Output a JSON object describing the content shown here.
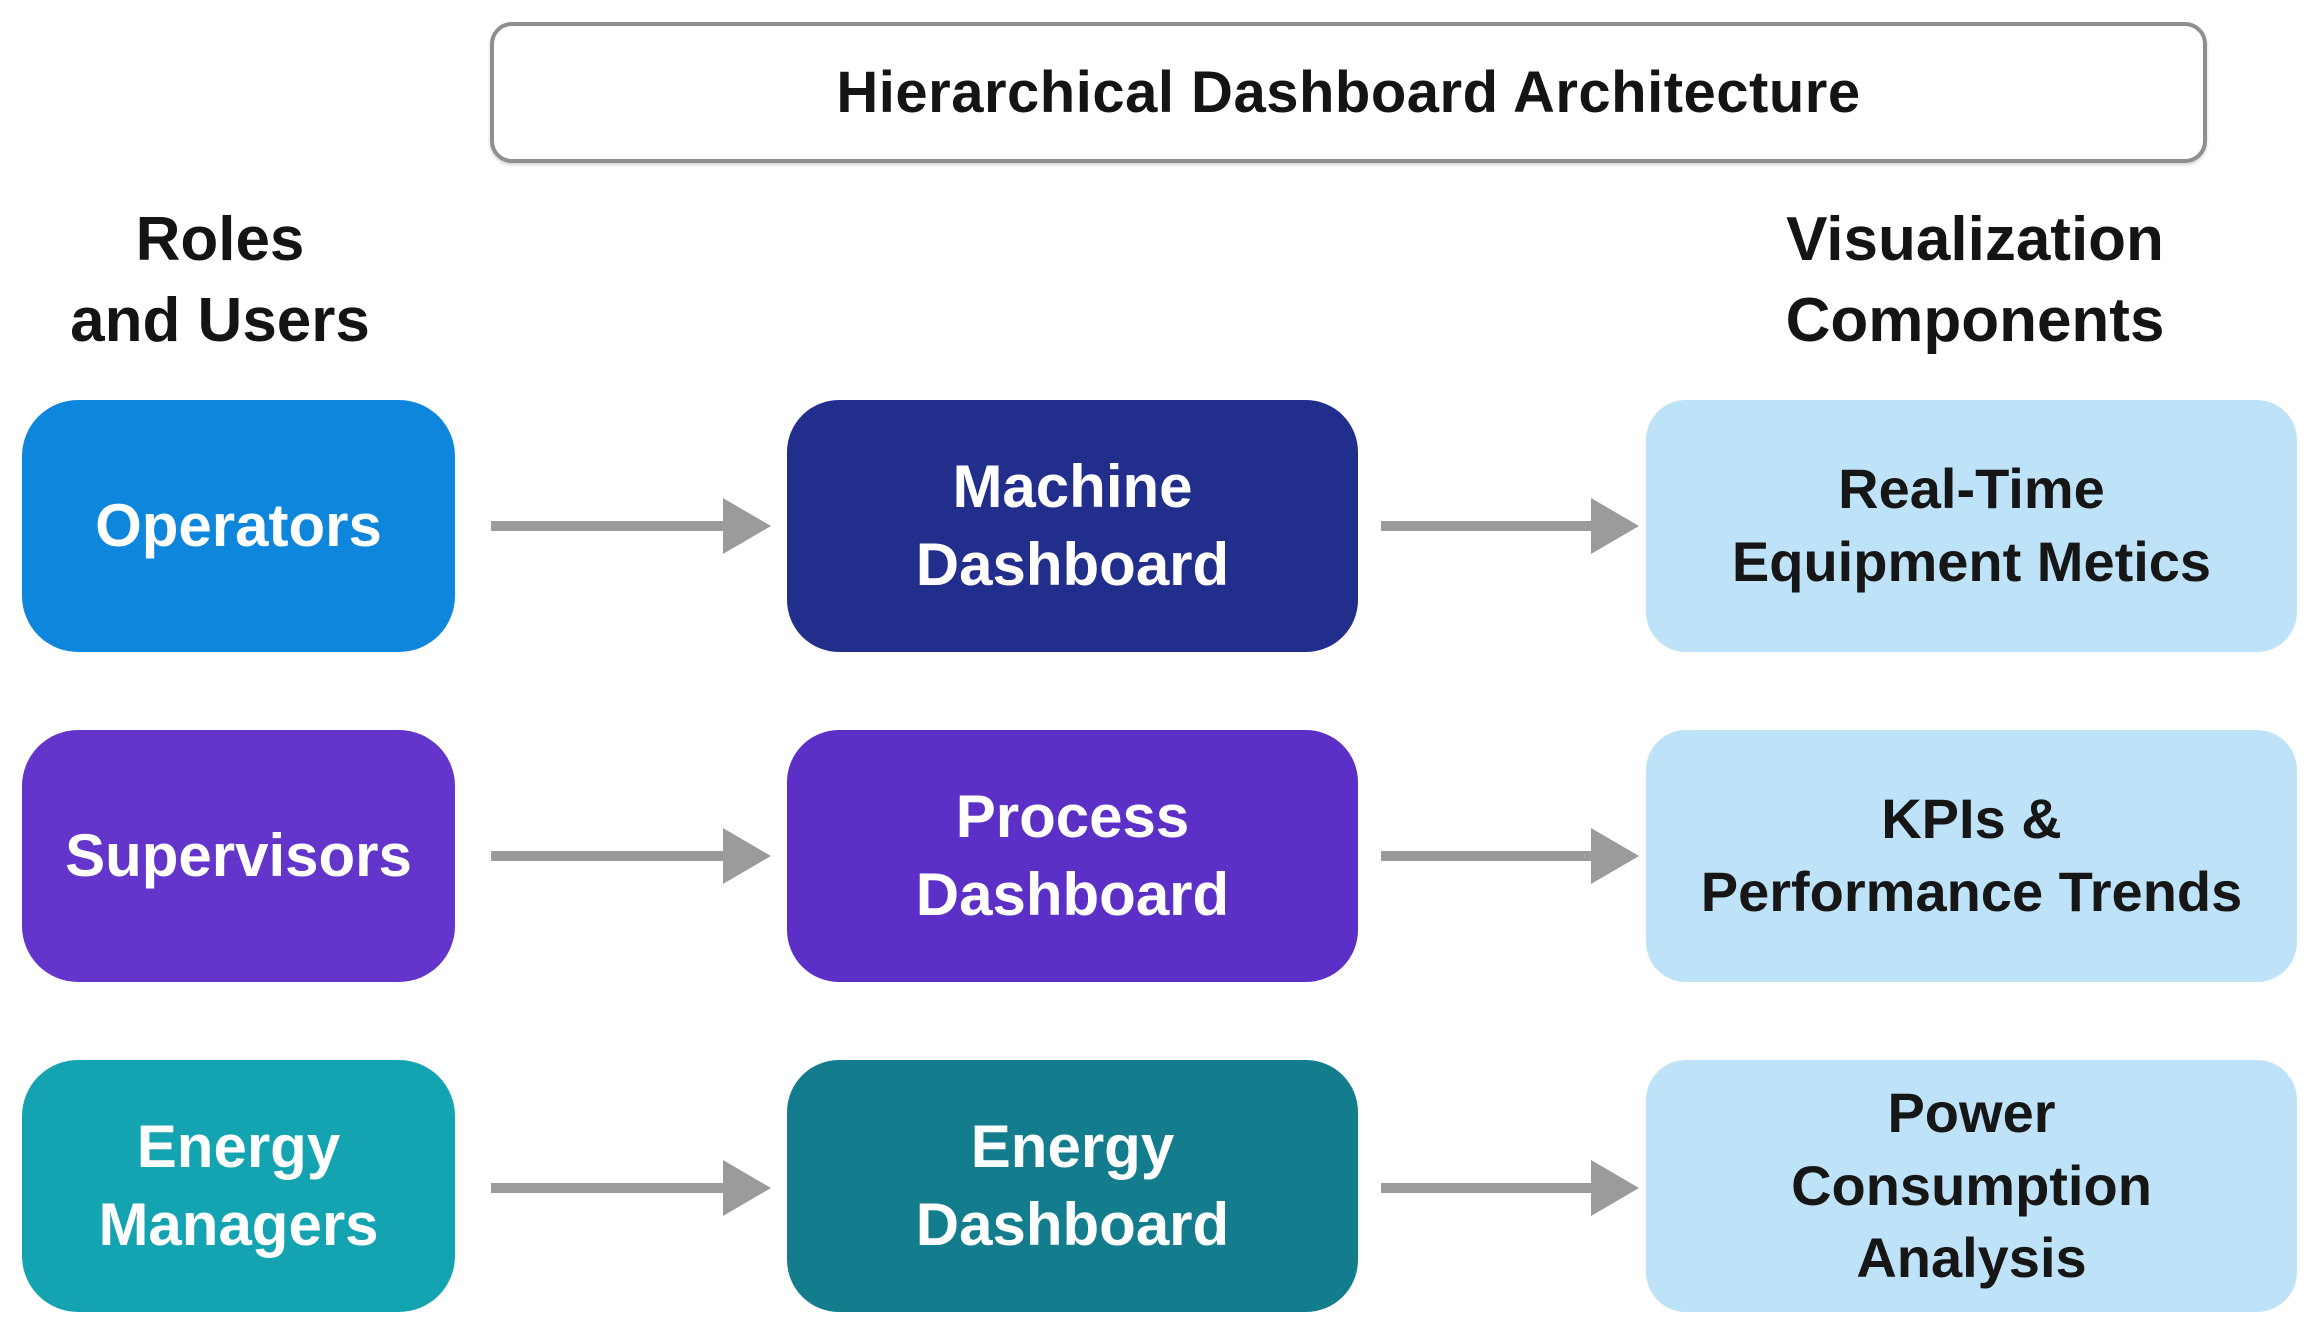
{
  "title": "Hierarchical Dashboard Architecture",
  "column_headers": {
    "left": "Roles\nand Users",
    "right": "Visualization\nComponents"
  },
  "rows": [
    {
      "role": {
        "label": "Operators",
        "color": "#0e86dc"
      },
      "dashboard": {
        "label": "Machine\nDashboard",
        "color": "#222e8c"
      },
      "visualization": {
        "label": "Real-Time\nEquipment Metics",
        "color": "#bee3f8"
      }
    },
    {
      "role": {
        "label": "Supervisors",
        "color": "#6435cb"
      },
      "dashboard": {
        "label": "Process\nDashboard",
        "color": "#5c30c6"
      },
      "visualization": {
        "label": "KPIs &\nPerformance Trends",
        "color": "#bee3f8"
      }
    },
    {
      "role": {
        "label": "Energy\nManagers",
        "color": "#14a4b1"
      },
      "dashboard": {
        "label": "Energy\nDashboard",
        "color": "#137d8d"
      },
      "visualization": {
        "label": "Power\nConsumption\nAnalysis",
        "color": "#bee3f8"
      }
    }
  ],
  "colors": {
    "arrow": "#9b9b9b",
    "title_border": "#8f8f8f",
    "dark_text": "#161616",
    "light_text": "#ffffff",
    "background": "#ffffff"
  }
}
